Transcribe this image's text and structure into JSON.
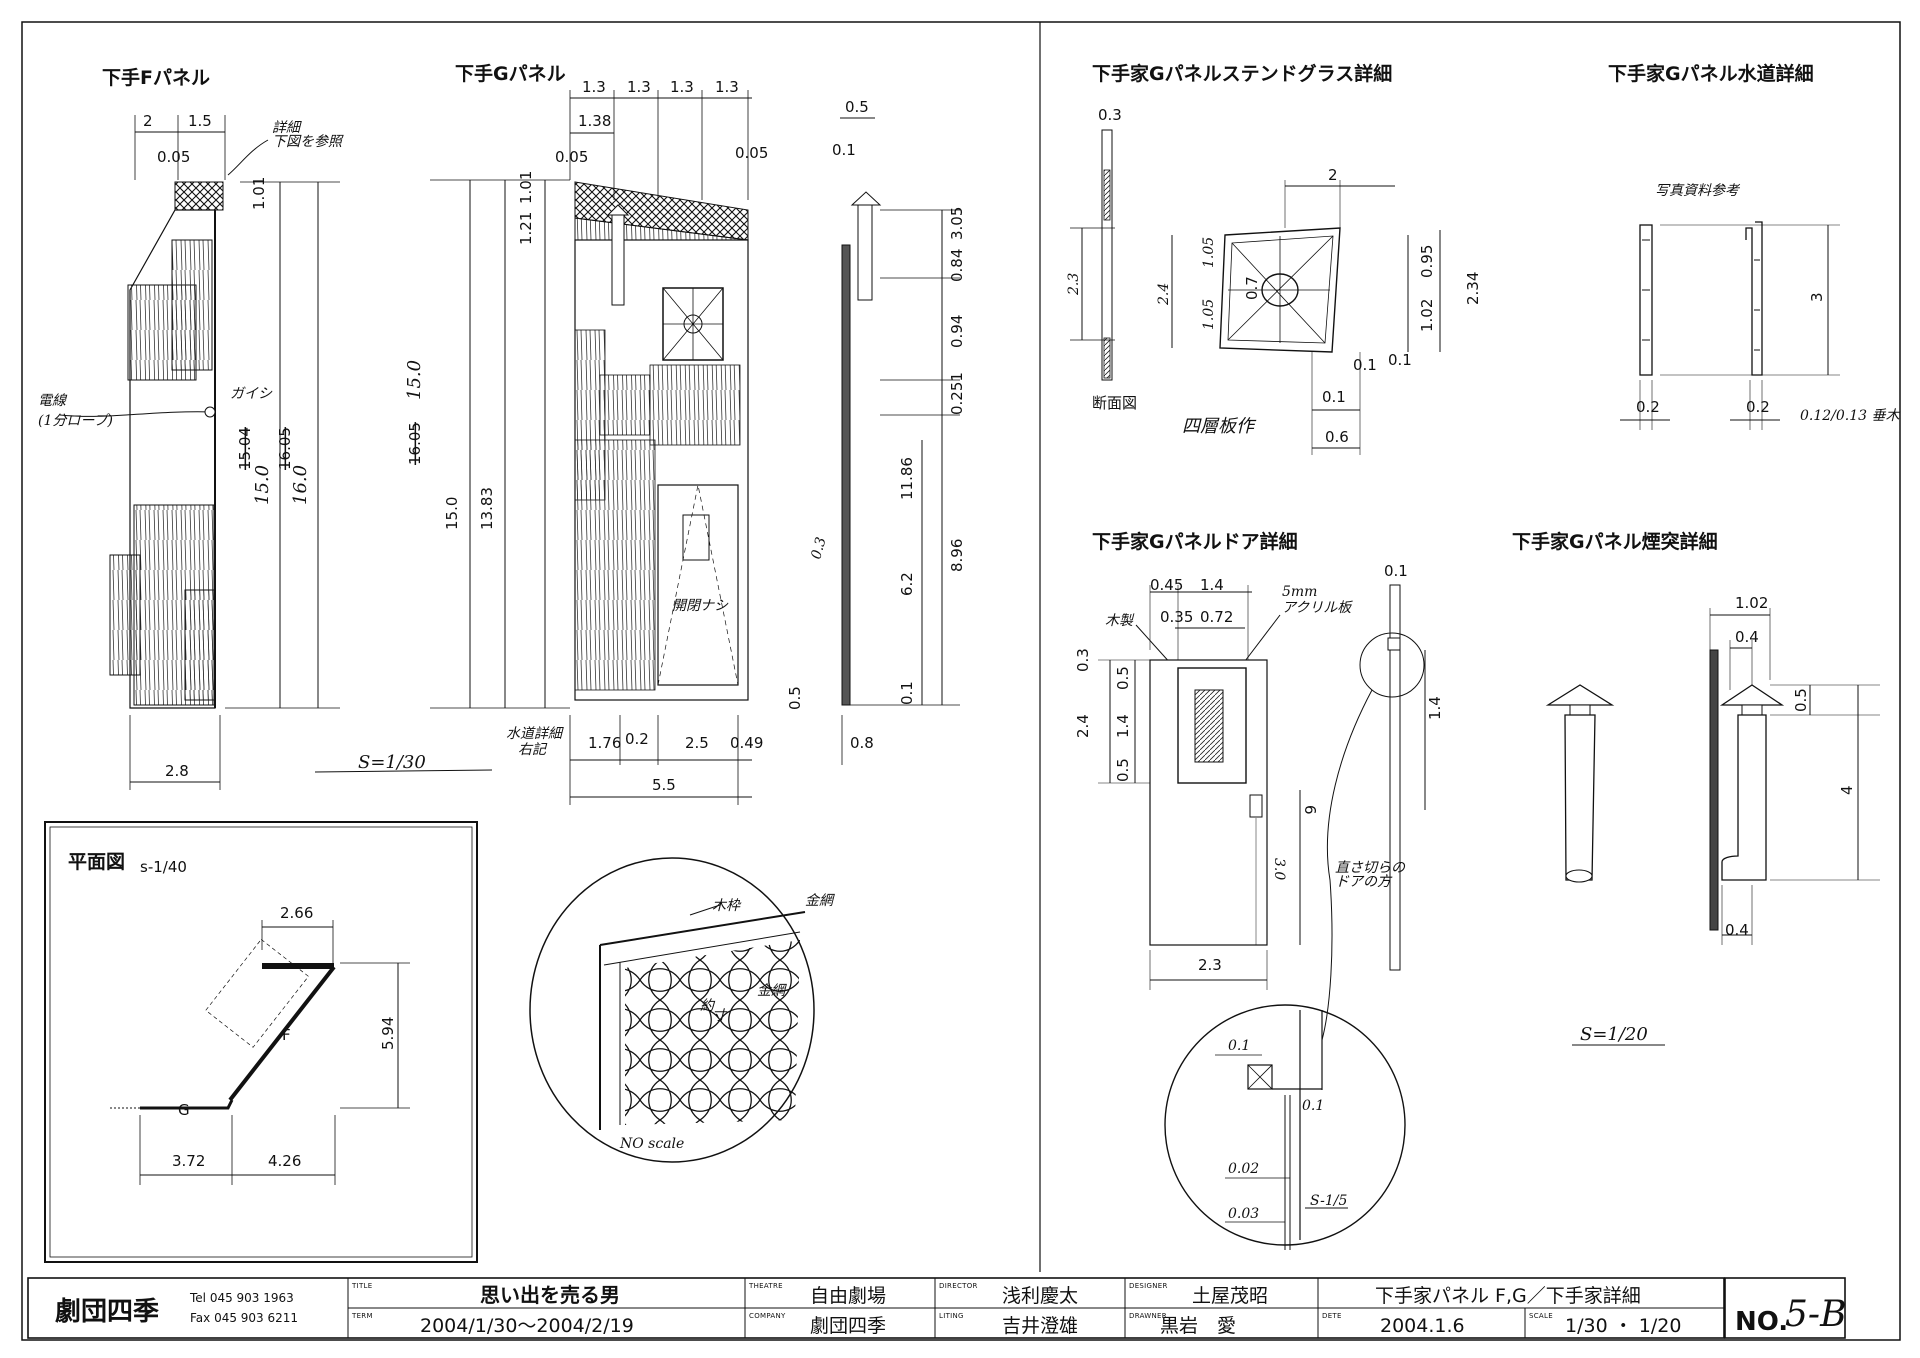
{
  "views": {
    "f_panel": {
      "title": "下手Fパネル",
      "dims": [
        "2",
        "1.5",
        "0.05",
        "1.01",
        "15.04",
        "16.05",
        "15.0",
        "16.0",
        "2.8"
      ],
      "notes": [
        "詳細",
        "下図を参照",
        "電線",
        "(1分ロープ)",
        "ガイシ"
      ]
    },
    "g_panel": {
      "title": "下手Gパネル",
      "dims": [
        "1.3",
        "1.3",
        "1.3",
        "1.3",
        "1.38",
        "0.05",
        "0.05",
        "0.5",
        "0.1",
        "1.01",
        "1.21",
        "0.84",
        "1.01",
        "0.84",
        "3.05",
        "0.94",
        "0.251",
        "16.05",
        "15.0",
        "13.83",
        "11.86",
        "8.96",
        "6.2",
        "0.5",
        "0.1",
        "1.76",
        "0.2",
        "2.5",
        "0.49",
        "0.8",
        "5.5",
        "0.3"
      ],
      "notes": [
        "開閉ナシ",
        "水道詳細",
        "右記"
      ],
      "scale_note": "S=1/30"
    },
    "plan": {
      "title": "平面図",
      "scale": "s-1/40",
      "dims": [
        "2.66",
        "5.94",
        "3.72",
        "4.26"
      ],
      "marks": [
        "G",
        "F"
      ]
    },
    "mesh": {
      "notes": [
        "木枠",
        "金網",
        "約",
        "寸",
        "金網"
      ],
      "scale_note": "NO scale"
    },
    "stained": {
      "title": "下手家Gパネルステンドグラス詳細",
      "dims": [
        "0.3",
        "2.3",
        "2.4",
        "2",
        "1.05",
        "1.05",
        "0.7",
        "0.95",
        "1.02",
        "2.34",
        "0.1",
        "0.1",
        "0.1",
        "0.6"
      ],
      "section_label": "断面図",
      "note": "四層板作"
    },
    "water": {
      "title": "下手家Gパネル水道詳細",
      "note": "写真資料参考",
      "dims": [
        "3",
        "0.2",
        "0.2"
      ],
      "side_note": "0.12/0.13 垂木"
    },
    "door": {
      "title": "下手家Gパネルドア詳細",
      "dims": [
        "0.45",
        "1.4",
        "0.35",
        "0.72",
        "0.3",
        "0.5",
        "2.4",
        "1.4",
        "0.5",
        "6",
        "3.0",
        "2.3",
        "0.1",
        "1.4"
      ],
      "notes": [
        "木製",
        "5mm",
        "アクリル板",
        "直さ切らの",
        "ドアの方"
      ]
    },
    "detail": {
      "dims": [
        "0.1",
        "0.1",
        "0.02",
        "0.03"
      ],
      "scale_note": "S-1/5"
    },
    "chimney": {
      "title": "下手家Gパネル煙突詳細",
      "dims": [
        "1.02",
        "0.4",
        "0.5",
        "4",
        "0.4"
      ],
      "scale_note": "S=1/20"
    }
  },
  "title_block": {
    "company_name": "劇団四季",
    "tel": "Tel 045 903 1963",
    "fax": "Fax 045 903 6211",
    "labels": {
      "title": "TITLE",
      "term": "TERM",
      "theatre": "THEATRE",
      "company": "COMPANY",
      "director": "DIRECTOR",
      "lighting": "LITING",
      "designer": "DESIGNER",
      "drawner": "DRAWNER",
      "date": "DETE",
      "scale": "SCALE"
    },
    "title": "思い出を売る男",
    "term": "2004/1/30〜2004/2/19",
    "theatre": "自由劇場",
    "company": "劇団四季",
    "director": "浅利慶太",
    "lighting": "吉井澄雄",
    "designer": "土屋茂昭",
    "drawner": "黒岩　愛",
    "sheet_title": "下手家パネル F,G／下手家詳細",
    "date": "2004.1.6",
    "scale": "1/30 ・ 1/20",
    "no_label": "NO.",
    "no": "5-B"
  }
}
